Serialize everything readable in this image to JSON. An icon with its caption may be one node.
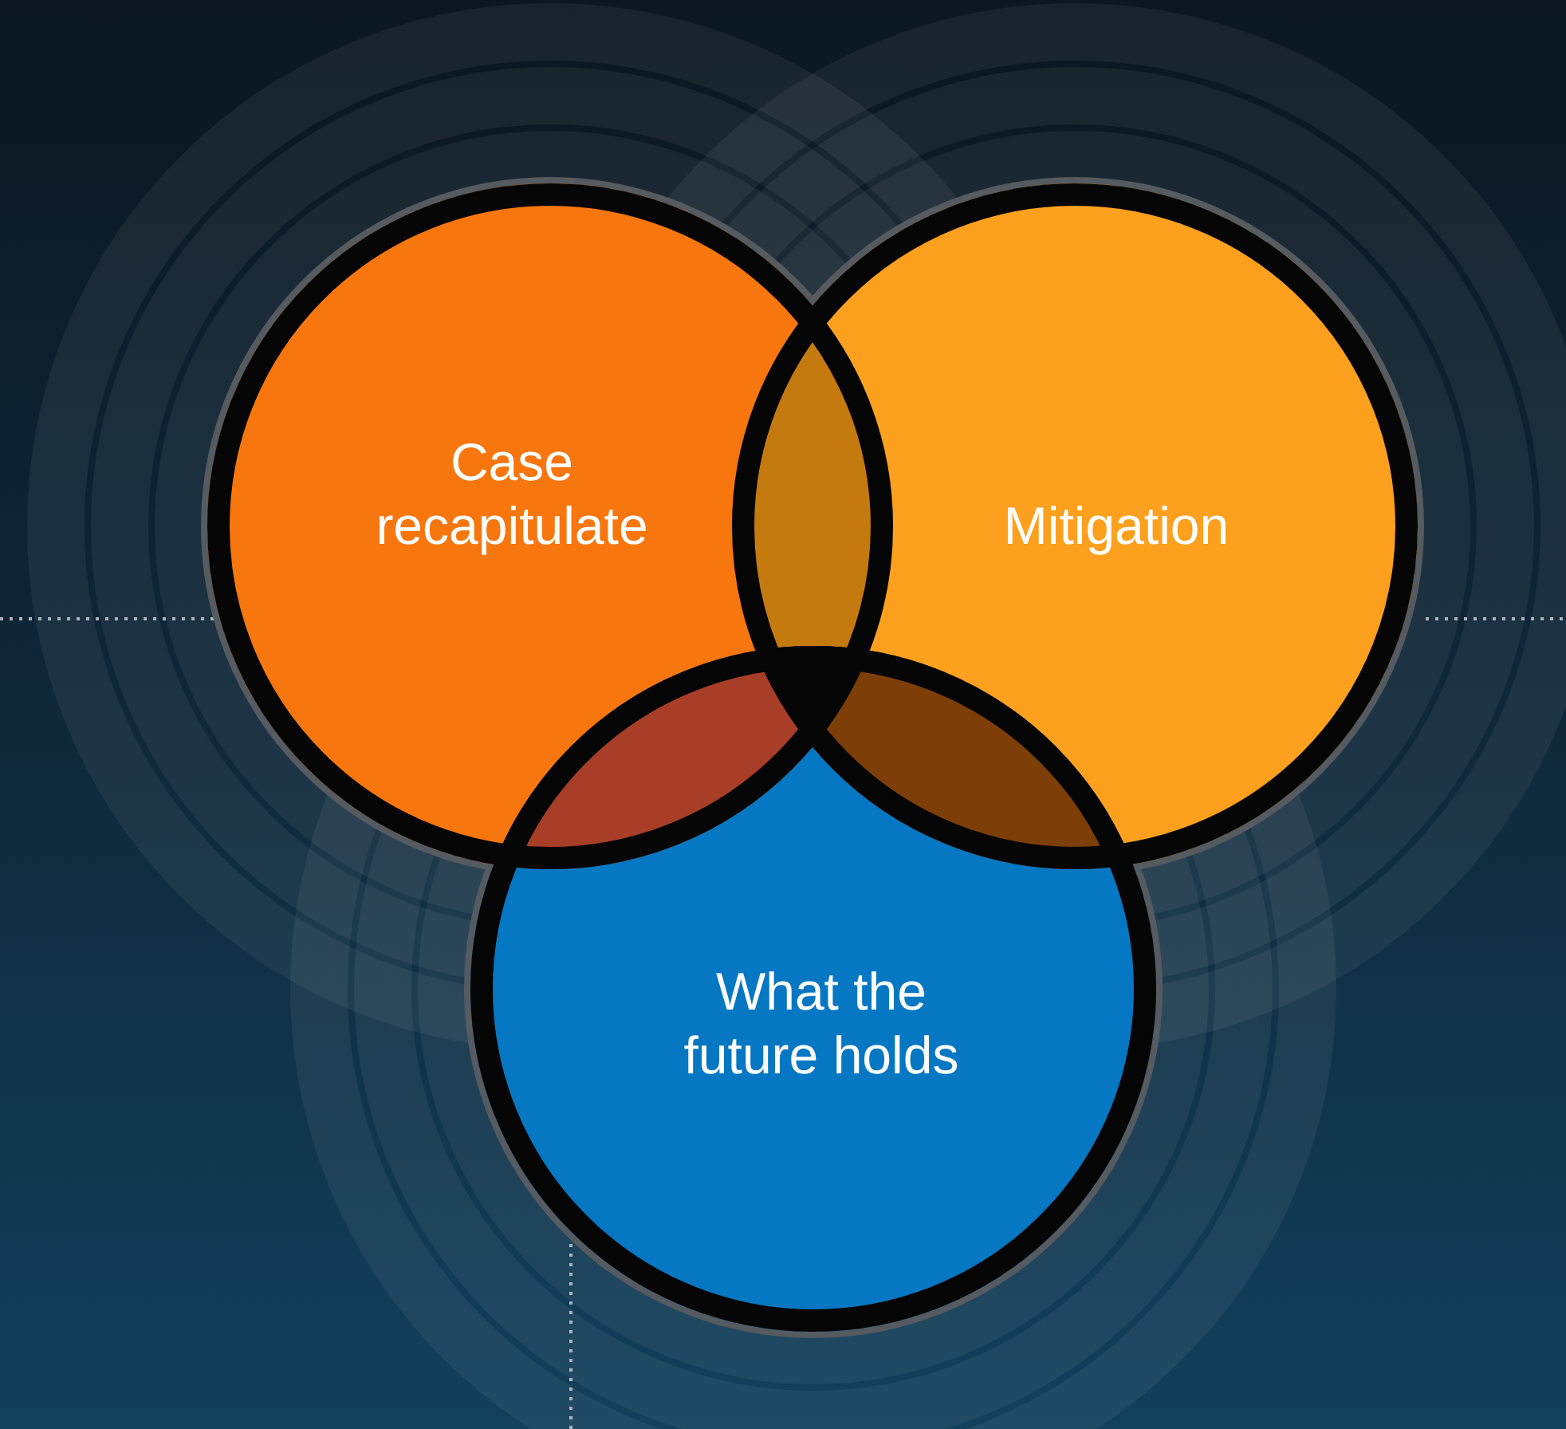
{
  "diagram": {
    "nodes": [
      {
        "text": [
          "Case recapitulate"
        ]
      },
      {
        "text": [
          "Mitigation"
        ]
      },
      {
        "text": [
          "What the future holds"
        ]
      }
    ]
  }
}
